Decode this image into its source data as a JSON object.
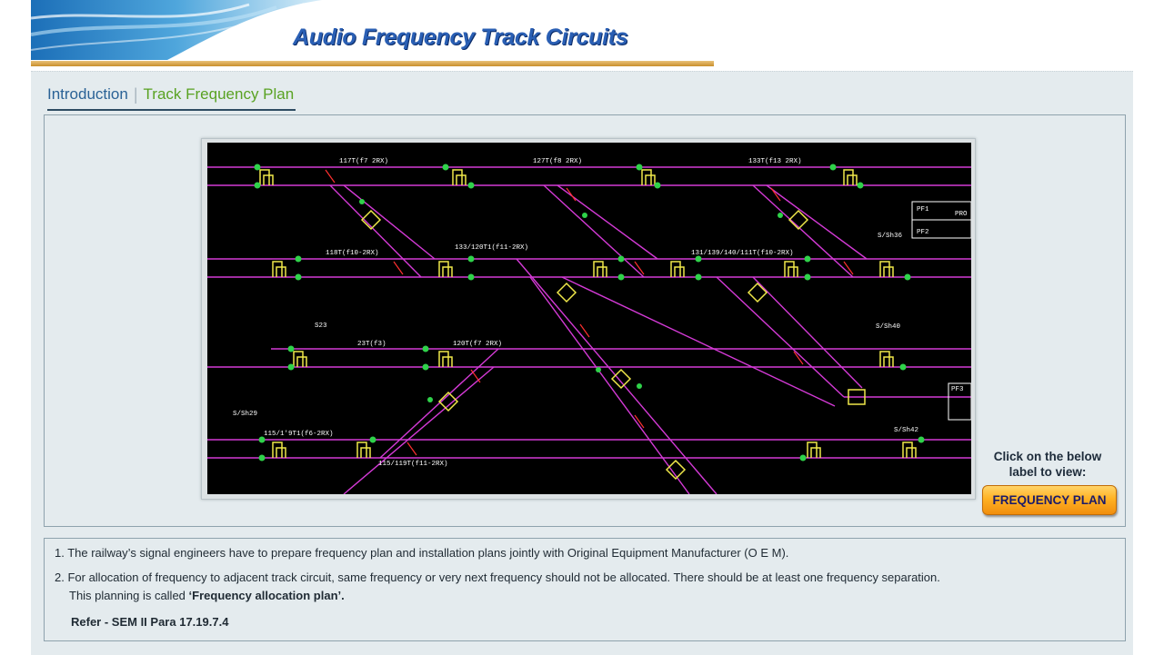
{
  "header": {
    "title": "Audio Frequency Track Circuits"
  },
  "tabs": [
    {
      "label": "Introduction"
    },
    {
      "label": "Track Frequency Plan"
    }
  ],
  "diagram": {
    "labels": [
      "117T(f7 2RX)",
      "127T(f8 2RX)",
      "133T(f13 2RX)",
      "118T(f10-2RX)",
      "133/120T1(f11-2RX)",
      "131/139/140/111T(f10-2RX)",
      "23T(f3)",
      "120T(f7 2RX)",
      "115/119T(f11-2RX)",
      "115/1'9T1(f6-2RX)",
      "S/Sh36",
      "S/Sh40",
      "S/Sh29",
      "S/Sh42",
      "S23",
      "PF1",
      "PF2",
      "PF3",
      "PRO"
    ],
    "colors": {
      "track": "#d43ad6",
      "circuit": "#f0e84a",
      "node": "#2fd24a",
      "text": "#ffffff",
      "marker": "#ff3030"
    }
  },
  "sidebar": {
    "instruction": "Click on the below label to view:",
    "button_label": "FREQUENCY PLAN"
  },
  "notes": {
    "item1": "1. The railway’s signal engineers have to prepare frequency plan and installation plans jointly with Original Equipment Manufacturer (O E M).",
    "item2_line1": "2. For allocation of frequency to adjacent track circuit, same frequency or very next frequency should not be allocated. There should be at least one frequency separation.",
    "item2_line2_prefix": "This planning is called ",
    "item2_line2_bold": "‘Frequency allocation plan’.",
    "reference": "Refer - SEM II Para 17.19.7.4"
  }
}
